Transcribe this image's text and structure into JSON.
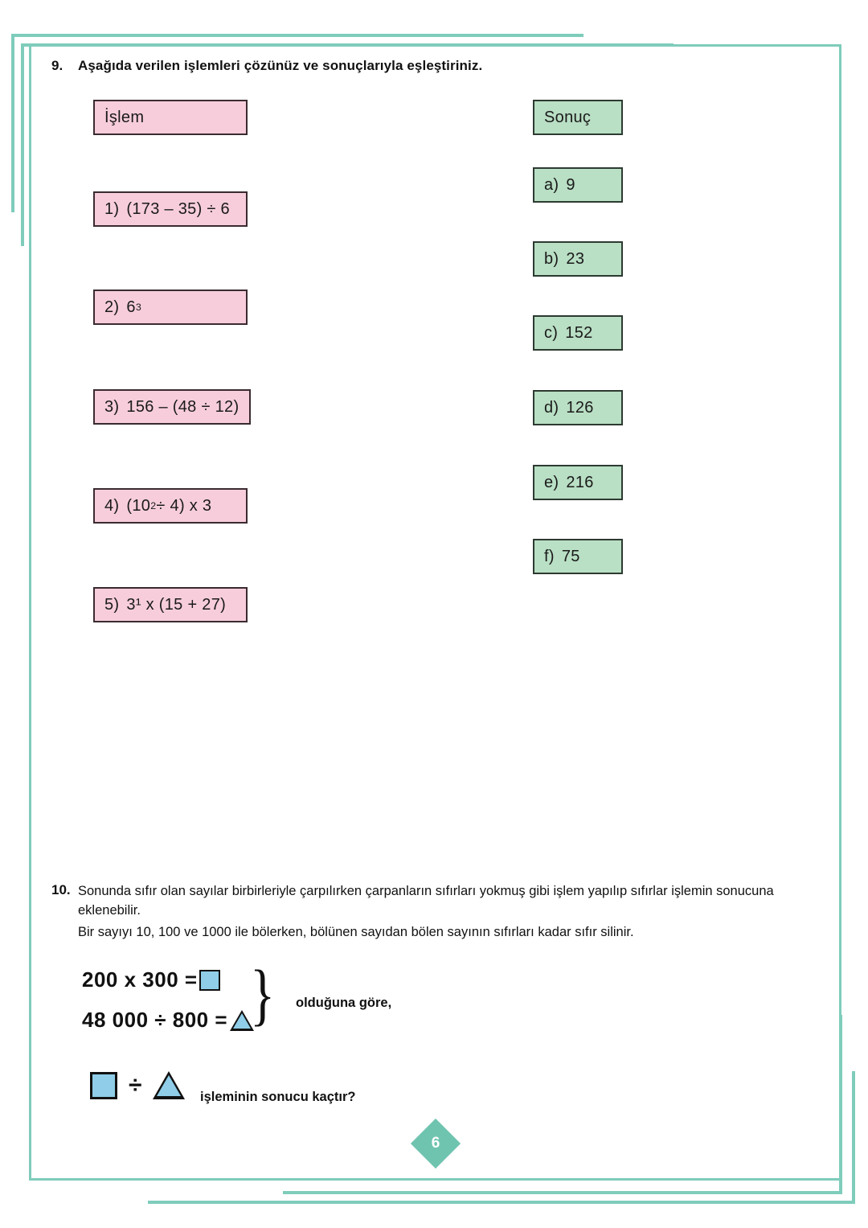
{
  "page": {
    "number": "6",
    "accent_color": "#7FCCBB",
    "operation_fill": "#F7CDDC",
    "result_fill": "#B9DFC4",
    "shape_fill": "#8FCDE8"
  },
  "question9": {
    "number": "9.",
    "prompt": "Aşağıda  verilen işlemleri çözünüz ve sonuçlarıyla eşleştiriniz.",
    "operation_header": "İşlem",
    "result_header": "Sonuç",
    "operations": [
      {
        "label": "1)",
        "expr_prefix": "(173 – 35) ÷ 6",
        "exp": "",
        "expr_suffix": ""
      },
      {
        "label": "2)",
        "expr_prefix": "6",
        "exp": "3",
        "expr_suffix": ""
      },
      {
        "label": "3)",
        "expr_prefix": "156 – (48 ÷ 12)",
        "exp": "",
        "expr_suffix": ""
      },
      {
        "label": "4)",
        "expr_prefix": "(10",
        "exp": "2",
        "expr_suffix": " ÷ 4) x 3"
      },
      {
        "label": "5)",
        "expr_prefix": "3¹ x (15 + 27)",
        "exp": "",
        "expr_suffix": ""
      }
    ],
    "results": [
      {
        "label": "a)",
        "value": "9"
      },
      {
        "label": "b)",
        "value": "23"
      },
      {
        "label": "c)",
        "value": "152"
      },
      {
        "label": "d)",
        "value": "126"
      },
      {
        "label": "e)",
        "value": "216"
      },
      {
        "label": "f)",
        "value": "75"
      }
    ]
  },
  "question10": {
    "number": "10.",
    "paragraph1": "Sonunda sıfır olan sayılar birbirleriyle çarpılırken çarpanların sıfırları yokmuş gibi işlem yapılıp sıfırlar işlemin sonucuna eklenebilir.",
    "paragraph2": "Bir sayıyı 10, 100 ve 1000 ile bölerken, bölünen sayıdan bölen sayının sıfırları kadar sıfır silinir.",
    "equation1": "200 x 300 =",
    "equation2": "48 000 ÷ 800 =",
    "brace": "}",
    "given_label": "olduğuna göre,",
    "final_operator": "÷",
    "final_question": "işleminin sonucu kaçtır?"
  }
}
